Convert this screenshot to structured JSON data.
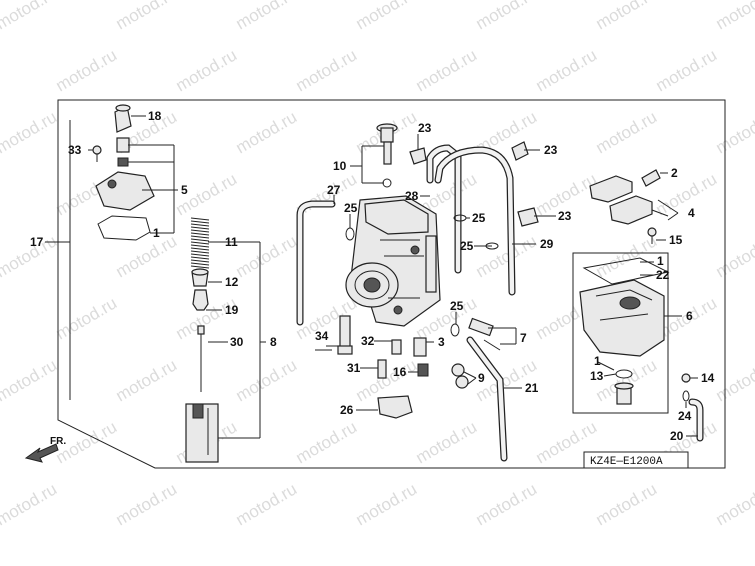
{
  "watermark": "motod.ru",
  "diagram_code": "KZ4E—E1200A",
  "direction_label": "FR.",
  "callouts": {
    "c1a": "1",
    "c1b": "1",
    "c1c": "1",
    "c2": "2",
    "c3": "3",
    "c4": "4",
    "c5": "5",
    "c6": "6",
    "c7": "7",
    "c8": "8",
    "c9": "9",
    "c10": "10",
    "c11": "11",
    "c12": "12",
    "c13": "13",
    "c14": "14",
    "c15": "15",
    "c16": "16",
    "c17": "17",
    "c18": "18",
    "c19": "19",
    "c20": "20",
    "c21": "21",
    "c22": "22",
    "c23a": "23",
    "c23b": "23",
    "c23c": "23",
    "c24": "24",
    "c25a": "25",
    "c25b": "25",
    "c25c": "25",
    "c25d": "25",
    "c26": "26",
    "c27": "27",
    "c28": "28",
    "c29": "29",
    "c30": "30",
    "c31": "31",
    "c32": "32",
    "c33": "33",
    "c34": "34"
  },
  "colors": {
    "line": "#222222",
    "watermark": "#c9c9c9",
    "background": "#ffffff"
  }
}
